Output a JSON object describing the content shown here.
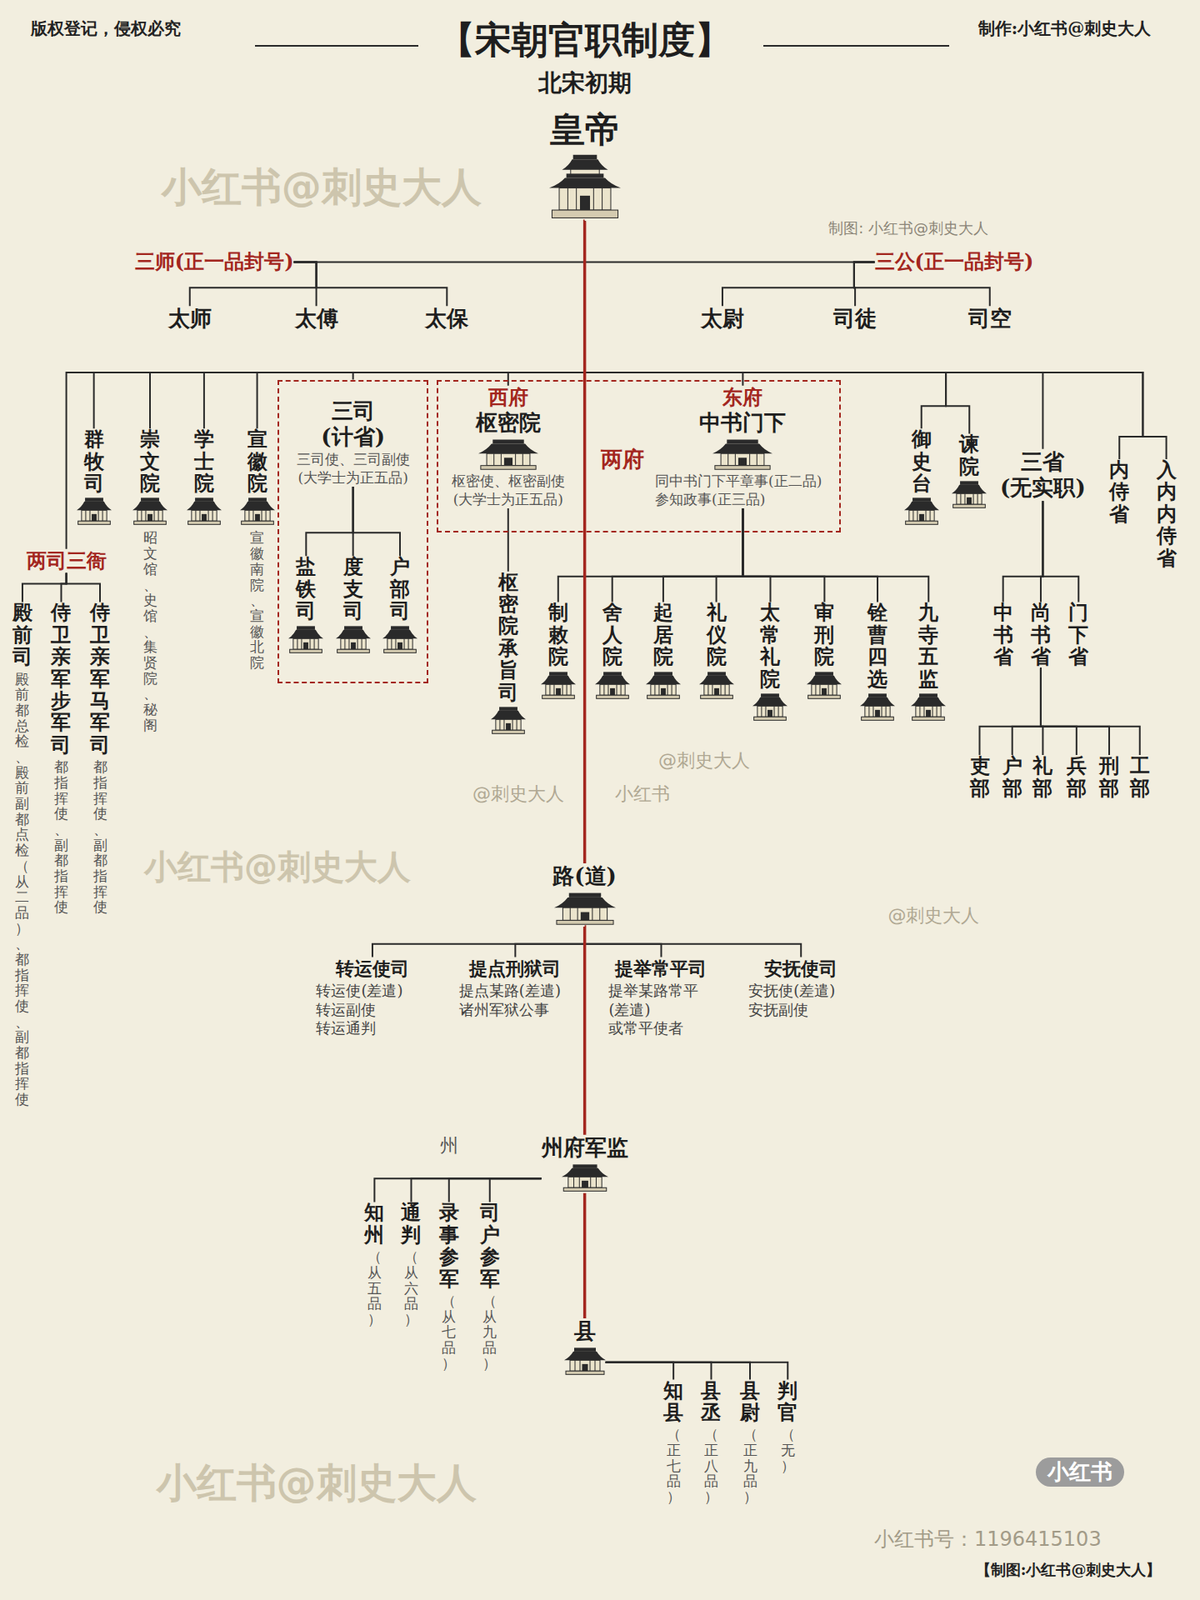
{
  "diagram": {
    "title": "【宋朝官职制度】",
    "nodes": [
      {
        "text": [
          "皇帝"
        ]
      },
      {
        "text": [
          "三师(正一品封号)"
        ]
      },
      {
        "text": [
          "太师"
        ]
      },
      {
        "text": [
          "太傅"
        ]
      },
      {
        "text": [
          "太保"
        ]
      },
      {
        "text": [
          "三公(正一品封号)"
        ]
      },
      {
        "text": [
          "太尉"
        ]
      },
      {
        "text": [
          "司徒"
        ]
      },
      {
        "text": [
          "司空"
        ]
      },
      {
        "text": [
          "两司三衙"
        ]
      },
      {
        "text": [
          "殿前司",
          "殿前都总检、殿前副都点检（从二品）、都指挥使、副都指挥使"
        ]
      },
      {
        "text": [
          "侍卫亲军步军司",
          "都指挥使、副都指挥使"
        ]
      },
      {
        "text": [
          "侍卫亲军马军司",
          "都指挥使、副都指挥使"
        ]
      },
      {
        "text": [
          "群牧司"
        ]
      },
      {
        "text": [
          "崇文院",
          "昭文馆、史馆、集贤院、秘阁"
        ]
      },
      {
        "text": [
          "学士院"
        ]
      },
      {
        "text": [
          "宣徽院",
          "宣徽南院、宣徽北院"
        ]
      },
      {
        "text": [
          "三司 (计省)",
          "三司使、三司副使 (大学士为正五品)"
        ]
      },
      {
        "text": [
          "盐铁司"
        ],
        "in": 17
      },
      {
        "text": [
          "度支司"
        ],
        "in": 17
      },
      {
        "text": [
          "户部司"
        ],
        "in": 17
      },
      {
        "text": [
          "两府"
        ]
      },
      {
        "text": [
          "西府",
          "枢密院",
          "枢密使、枢密副使 (大学士为正五品)"
        ],
        "in": 21
      },
      {
        "text": [
          "枢密院承旨司"
        ]
      },
      {
        "text": [
          "东府",
          "中书门下",
          "同中书门下平章事(正二品) 参知政事(正三品)"
        ],
        "in": 21
      },
      {
        "text": [
          "制敕院"
        ]
      },
      {
        "text": [
          "舍人院"
        ]
      },
      {
        "text": [
          "起居院"
        ]
      },
      {
        "text": [
          "礼仪院"
        ]
      },
      {
        "text": [
          "太常礼院"
        ]
      },
      {
        "text": [
          "审刑院"
        ]
      },
      {
        "text": [
          "铨曹四选"
        ]
      },
      {
        "text": [
          "九寺五监"
        ]
      },
      {
        "text": [
          "御史台"
        ]
      },
      {
        "text": [
          "谏院"
        ]
      },
      {
        "text": [
          "三省 (无实职)"
        ]
      },
      {
        "text": [
          "中书省"
        ]
      },
      {
        "text": [
          "尚书省"
        ]
      },
      {
        "text": [
          "门下省"
        ]
      },
      {
        "text": [
          "吏部"
        ]
      },
      {
        "text": [
          "户部"
        ]
      },
      {
        "text": [
          "礼部"
        ]
      },
      {
        "text": [
          "兵部"
        ]
      },
      {
        "text": [
          "刑部"
        ]
      },
      {
        "text": [
          "工部"
        ]
      },
      {
        "text": [
          "内侍省"
        ]
      },
      {
        "text": [
          "入内内侍省"
        ]
      },
      {
        "text": [
          "路(道)"
        ]
      },
      {
        "text": [
          "转运使司",
          "转运使(差遣) 转运副使 转运通判"
        ]
      },
      {
        "text": [
          "提点刑狱司",
          "提点某路(差遣) 诸州军狱公事"
        ]
      },
      {
        "text": [
          "提举常平司",
          "提举某路常平 (差遣) 或常平使者"
        ]
      },
      {
        "text": [
          "安抚使司",
          "安抚使(差遣) 安抚副使"
        ]
      },
      {
        "text": [
          "州府军监"
        ]
      },
      {
        "text": [
          "知州",
          "（从五品）"
        ]
      },
      {
        "text": [
          "通判",
          "（从六品）"
        ]
      },
      {
        "text": [
          "录事参军",
          "（从七品）"
        ]
      },
      {
        "text": [
          "司户参军",
          "（从九品）"
        ]
      },
      {
        "text": [
          "县"
        ]
      },
      {
        "text": [
          "知县",
          "（正七品）"
        ]
      },
      {
        "text": [
          "县丞",
          "（正八品）"
        ]
      },
      {
        "text": [
          "县尉",
          "（正九品）"
        ]
      },
      {
        "text": [
          "判官",
          "（无）"
        ]
      }
    ],
    "edges": [
      {
        "from": 0,
        "to": 1,
        "arrow": "none"
      },
      {
        "from": 1,
        "to": 2,
        "arrow": "none"
      },
      {
        "from": 1,
        "to": 3,
        "arrow": "none"
      },
      {
        "from": 1,
        "to": 4,
        "arrow": "none"
      },
      {
        "from": 0,
        "to": 5,
        "arrow": "none"
      },
      {
        "from": 5,
        "to": 6,
        "arrow": "none"
      },
      {
        "from": 5,
        "to": 7,
        "arrow": "none"
      },
      {
        "from": 5,
        "to": 8,
        "arrow": "none"
      },
      {
        "from": 0,
        "to": 9,
        "arrow": "none"
      },
      {
        "from": 9,
        "to": 10,
        "arrow": "none"
      },
      {
        "from": 9,
        "to": 11,
        "arrow": "none"
      },
      {
        "from": 9,
        "to": 12,
        "arrow": "none"
      },
      {
        "from": 0,
        "to": 13,
        "arrow": "none"
      },
      {
        "from": 0,
        "to": 14,
        "arrow": "none"
      },
      {
        "from": 0,
        "to": 15,
        "arrow": "none"
      },
      {
        "from": 0,
        "to": 16,
        "arrow": "none"
      },
      {
        "from": 0,
        "to": 17,
        "arrow": "none"
      },
      {
        "from": 17,
        "to": 18,
        "arrow": "none"
      },
      {
        "from": 17,
        "to": 19,
        "arrow": "none"
      },
      {
        "from": 17,
        "to": 20,
        "arrow": "none"
      },
      {
        "from": 0,
        "to": 22,
        "arrow": "none"
      },
      {
        "from": 22,
        "to": 23,
        "arrow": "none"
      },
      {
        "from": 0,
        "to": 24,
        "arrow": "none"
      },
      {
        "from": 24,
        "to": 25,
        "arrow": "none"
      },
      {
        "from": 24,
        "to": 26,
        "arrow": "none"
      },
      {
        "from": 24,
        "to": 27,
        "arrow": "none"
      },
      {
        "from": 24,
        "to": 28,
        "arrow": "none"
      },
      {
        "from": 24,
        "to": 29,
        "arrow": "none"
      },
      {
        "from": 24,
        "to": 30,
        "arrow": "none"
      },
      {
        "from": 24,
        "to": 31,
        "arrow": "none"
      },
      {
        "from": 24,
        "to": 32,
        "arrow": "none"
      },
      {
        "from": 0,
        "to": 33,
        "arrow": "none"
      },
      {
        "from": 0,
        "to": 34,
        "arrow": "none"
      },
      {
        "from": 0,
        "to": 35,
        "arrow": "none"
      },
      {
        "from": 35,
        "to": 36,
        "arrow": "none"
      },
      {
        "from": 35,
        "to": 37,
        "arrow": "none"
      },
      {
        "from": 35,
        "to": 38,
        "arrow": "none"
      },
      {
        "from": 37,
        "to": 39,
        "arrow": "none"
      },
      {
        "from": 37,
        "to": 40,
        "arrow": "none"
      },
      {
        "from": 37,
        "to": 41,
        "arrow": "none"
      },
      {
        "from": 37,
        "to": 42,
        "arrow": "none"
      },
      {
        "from": 37,
        "to": 43,
        "arrow": "none"
      },
      {
        "from": 37,
        "to": 44,
        "arrow": "none"
      },
      {
        "from": 0,
        "to": 45,
        "arrow": "none"
      },
      {
        "from": 0,
        "to": 46,
        "arrow": "none"
      },
      {
        "from": 0,
        "to": 47,
        "arrow": "none"
      },
      {
        "from": 47,
        "to": 48,
        "arrow": "none"
      },
      {
        "from": 47,
        "to": 49,
        "arrow": "none"
      },
      {
        "from": 47,
        "to": 50,
        "arrow": "none"
      },
      {
        "from": 47,
        "to": 51,
        "arrow": "none"
      },
      {
        "from": 47,
        "to": 52,
        "arrow": "none"
      },
      {
        "from": 52,
        "to": 53,
        "arrow": "none"
      },
      {
        "from": 52,
        "to": 54,
        "arrow": "none"
      },
      {
        "from": 52,
        "to": 55,
        "arrow": "none"
      },
      {
        "from": 52,
        "to": 56,
        "arrow": "none"
      },
      {
        "from": 52,
        "to": 57,
        "arrow": "none"
      },
      {
        "from": 57,
        "to": 58,
        "arrow": "none"
      },
      {
        "from": 57,
        "to": 59,
        "arrow": "none"
      },
      {
        "from": 57,
        "to": 60,
        "arrow": "none"
      },
      {
        "from": 57,
        "to": 61,
        "arrow": "none"
      }
    ],
    "labels": [
      "版权登记，侵权必究",
      "制作:小红书@刺史大人",
      "北宋初期",
      "小红书@刺史大人",
      "制图: 小红书@刺史大人",
      "@刺史大人",
      "@刺史大人",
      "小红书",
      "小红书@刺史大人",
      "@刺史大人",
      "州",
      "小红书@刺史大人",
      "小红书",
      "小红书号：1196415103",
      "【制图:小红书@刺史大人】"
    ]
  }
}
